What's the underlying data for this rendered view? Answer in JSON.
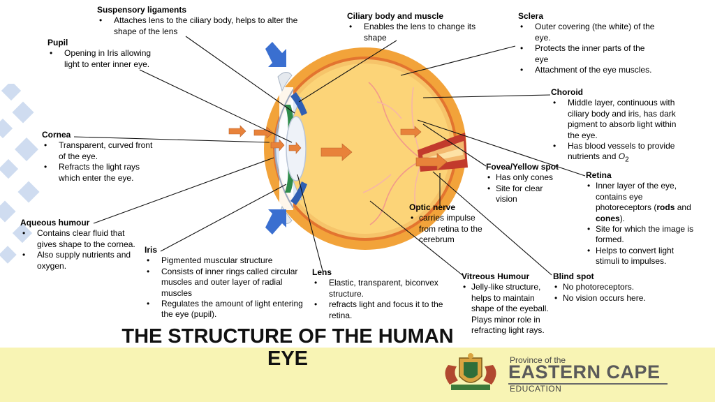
{
  "title": "THE STRUCTURE OF THE HUMAN EYE",
  "colors": {
    "sclera": "#f2a33a",
    "vitreous": "#fcd478",
    "iris": "#2e8b4a",
    "ciliary": "#2f5fb3",
    "arrow": "#e8823a",
    "blue_arrow": "#3a6fd0",
    "footer": "#f8f4b4",
    "deco": "#c7d7ee"
  },
  "labels": {
    "suspensory": {
      "title": "Suspensory ligaments",
      "items": [
        "Attaches lens to the ciliary body, helps to alter the shape of the lens"
      ]
    },
    "ciliary": {
      "title": "Ciliary body and muscle",
      "items": [
        "Enables the lens to change its shape"
      ]
    },
    "sclera": {
      "title": "Sclera",
      "items": [
        "Outer covering (the white) of the eye.",
        "Protects the inner parts of the eye",
        "Attachment of the eye muscles."
      ]
    },
    "pupil": {
      "title": "Pupil",
      "items": [
        "Opening in Iris allowing light to enter inner eye."
      ]
    },
    "choroid": {
      "title": "Choroid",
      "item1": "Middle layer, continuous with ciliary body and iris, has dark pigment to absorb light within the eye.",
      "item2_text": "Has blood vessels to provide nutrients and",
      "item2_symbol": "O",
      "item2_sub": "2"
    },
    "cornea": {
      "title": "Cornea",
      "items": [
        "Transparent, curved front of the eye.",
        "Refracts the light rays which enter the eye."
      ]
    },
    "fovea": {
      "title_a": "Fovea",
      "title_b": "/Yellow spot",
      "items": [
        "Has only cones",
        "Site for clear vision"
      ]
    },
    "retina": {
      "title": "Retina",
      "item1": "Inner layer of the eye, contains eye photoreceptors (",
      "rods": "rods",
      "and": " and ",
      "cones": "cones",
      "end": ").",
      "item2": "Site for which the image is formed.",
      "item3": "Helps to convert light stimuli to impulses."
    },
    "optic": {
      "title": "Optic nerve",
      "items": [
        "carries impulse from retina to the cerebrum"
      ]
    },
    "aqueous": {
      "title": "Aqueous humour",
      "items": [
        "Contains clear fluid that gives shape to the cornea.",
        "Also supply nutrients and oxygen."
      ]
    },
    "iris": {
      "title": "Iris",
      "items": [
        "Pigmented muscular structure",
        "Consists of inner rings called circular muscles and outer layer of radial muscles",
        "Regulates the amount of light entering the eye (pupil)."
      ]
    },
    "lens": {
      "title": "Lens",
      "items": [
        "Elastic, transparent, biconvex structure.",
        "refracts light and focus it to the retina."
      ]
    },
    "vitreous": {
      "title": "Vitreous Humour",
      "items": [
        "Jelly-like structure, helps to maintain shape of the eyeball. Plays minor role in refracting light rays."
      ]
    },
    "blindspot": {
      "title": "Blind spot",
      "items": [
        "No photoreceptors.",
        "No vision occurs here."
      ]
    }
  },
  "logo": {
    "province": "Province of the",
    "name": "EASTERN CAPE",
    "dept": "EDUCATION"
  }
}
